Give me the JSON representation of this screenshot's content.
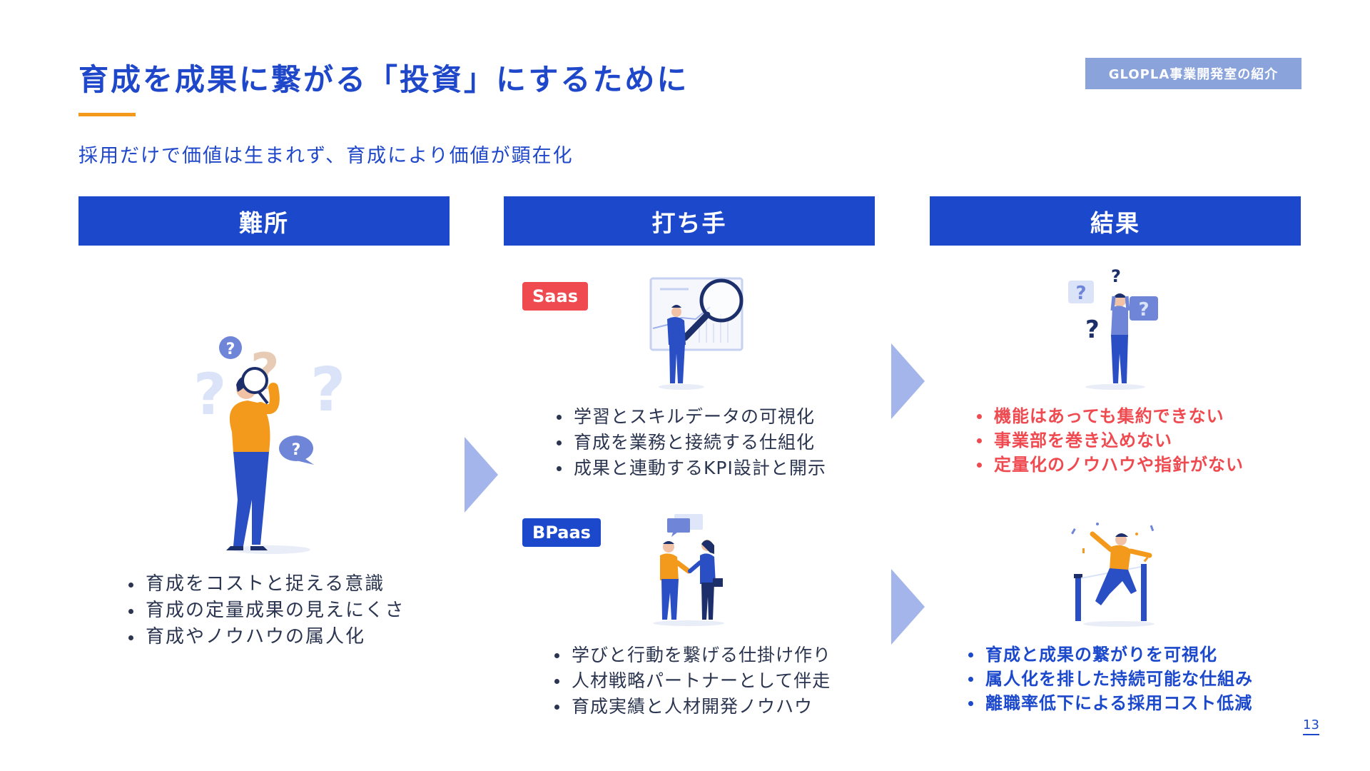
{
  "header": {
    "title": "育成を成果に繋がる「投資」にするために",
    "tag": "GLOPLA事業開発室の紹介",
    "subtitle": "採用だけで価値は生まれず、育成により価値が顕在化"
  },
  "columns": {
    "difficulty": {
      "label": "難所",
      "bullets": [
        "育成をコストと捉える意識",
        "育成の定量成果の見えにくさ",
        "育成やノウハウの属人化"
      ]
    },
    "measures": {
      "label": "打ち手",
      "saas": {
        "badge": "Saas",
        "bullets": [
          "学習とスキルデータの可視化",
          "育成を業務と接続する仕組化",
          "成果と連動するKPI設計と開示"
        ]
      },
      "bpaas": {
        "badge": "BPaas",
        "bullets": [
          "学びと行動を繋げる仕掛け作り",
          "人材戦略パートナーとして伴走",
          "育成実績と人材開発ノウハウ"
        ]
      }
    },
    "results": {
      "label": "結果",
      "negative": [
        "機能はあっても集約できない",
        "事業部を巻き込めない",
        "定量化のノウハウや指針がない"
      ],
      "positive": [
        "育成と成果の繋がりを可視化",
        "属人化を排した持続可能な仕組み",
        "離職率低下による採用コスト低減"
      ]
    }
  },
  "illustration_glyphs": {
    "question": "?"
  },
  "colors": {
    "primary": "#1c49cc",
    "accent_orange": "#f39a1c",
    "red": "#ef4a50",
    "tag_bg": "#8aa3db",
    "arrow": "#a3b5ea"
  },
  "page_number": "13"
}
